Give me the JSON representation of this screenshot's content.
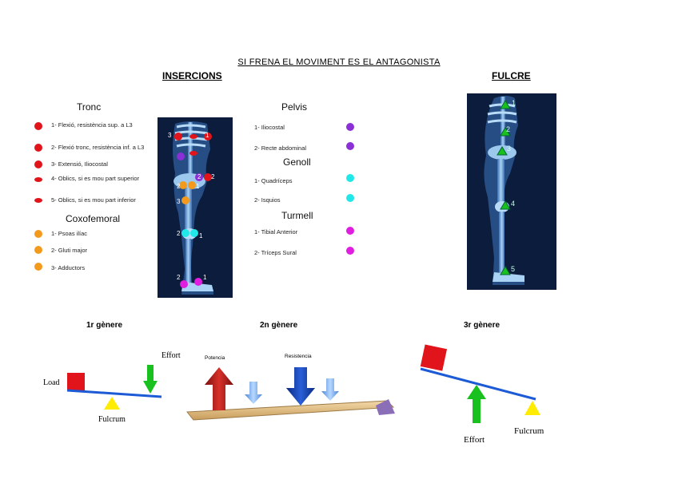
{
  "title": "SI FRENA EL MOVIMENT ES EL ANTAGONISTA",
  "insercions_heading": "INSERCIONS",
  "fulcre_heading": "FULCRE",
  "colors": {
    "red": "#e0141a",
    "orange": "#f39a1c",
    "purple": "#8b2fd6",
    "cyan": "#21e8e8",
    "magenta": "#e01ee0",
    "green": "#19c11f",
    "panel": "#0c1c3c"
  },
  "tronc": {
    "heading": "Tronc",
    "items": [
      "1- Flexió, resistència sup. a L3",
      "2- Flexió tronc, resistència inf. a L3",
      "3- Extensió, Iliocostal",
      "4- Oblics, si es mou part superior",
      "5- Oblics, si es mou part inferior"
    ]
  },
  "coxofemoral": {
    "heading": "Coxofemoral",
    "items": [
      "1- Psoas ilíac",
      "2- Gluti major",
      "3- Adductors"
    ]
  },
  "pelvis": {
    "heading": "Pelvis",
    "items": [
      "1- Iliocostal",
      "2- Recte abdominal"
    ]
  },
  "genoll": {
    "heading": "Genoll",
    "items": [
      "1- Quadríceps",
      "2- Isquios"
    ]
  },
  "turmell": {
    "heading": "Turmell",
    "items": [
      "1- Tibial Anterior",
      "2- Tríceps Sural"
    ]
  },
  "skeleton_markers": {
    "tronc": [
      "3",
      "1"
    ],
    "pelvis": [
      "2",
      "2"
    ],
    "cadera": [
      "2",
      "1",
      "3"
    ],
    "genoll": [
      "2",
      "1"
    ],
    "turmell": [
      "2",
      "1"
    ]
  },
  "fulcre_markers": [
    "1",
    "2",
    "3",
    "4",
    "5"
  ],
  "levers": {
    "primer": {
      "heading": "1r gènere",
      "load": "Load",
      "effort": "Effort",
      "fulcrum": "Fulcrum"
    },
    "segon": {
      "heading": "2n gènere",
      "potencia": "Potencia",
      "resistencia": "Resistencia"
    },
    "tercer": {
      "heading": "3r gènere",
      "effort": "Effort",
      "fulcrum": "Fulcrum"
    }
  }
}
